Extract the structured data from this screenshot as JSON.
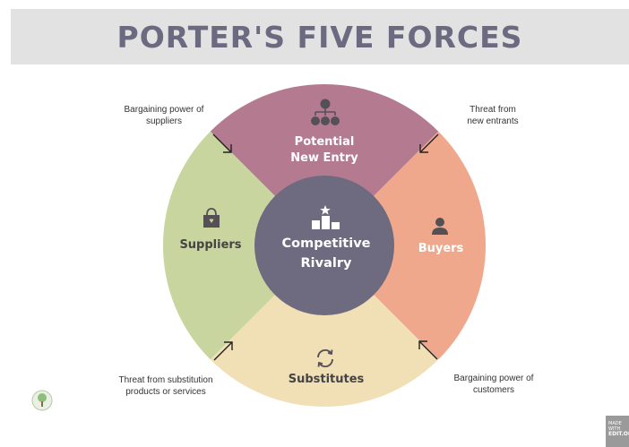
{
  "title": "PORTER'S FIVE FORCES",
  "center": {
    "line1": "Competitive",
    "line2": "Rivalry"
  },
  "sectors": {
    "top": {
      "line1": "Potential",
      "line2": "New Entry",
      "color": "#b47b90"
    },
    "right": {
      "label": "Buyers",
      "color": "#f0a88d"
    },
    "bottom": {
      "label": "Substitutes",
      "color": "#f1dfb5"
    },
    "left": {
      "label": "Suppliers",
      "color": "#c9d59e"
    },
    "center_color": "#6e6b80"
  },
  "annotations": {
    "top_left": [
      "Bargaining power of",
      "suppliers"
    ],
    "top_right": [
      "Threat from",
      "new entrants"
    ],
    "bottom_left": [
      "Threat from substitution",
      "products or services"
    ],
    "bottom_right": [
      "Bargaining power of",
      "customers"
    ]
  },
  "badge": {
    "line1": "MADE WITH",
    "line2": "EDIT.ORG"
  }
}
